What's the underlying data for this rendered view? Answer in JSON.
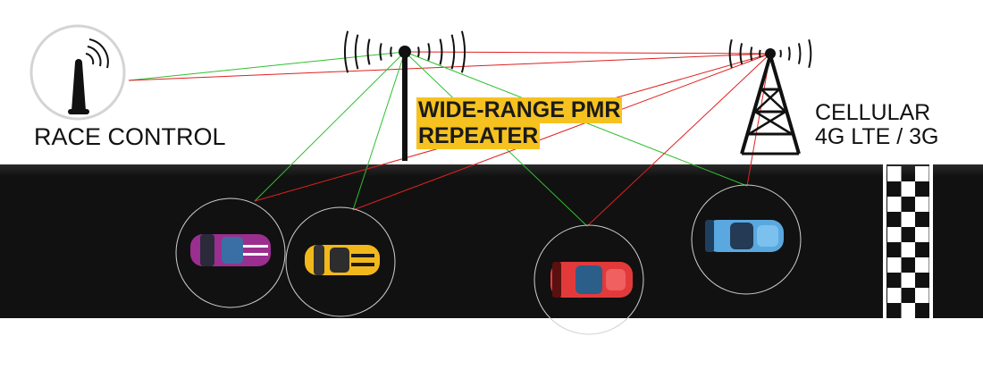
{
  "labels": {
    "race_control": "RACE CONTROL",
    "repeater_line1": "WIDE-RANGE PMR",
    "repeater_line2": "REPEATER",
    "cellular_line1": "CELLULAR",
    "cellular_line2": "4G LTE / 3G"
  },
  "colors": {
    "track": "#111111",
    "pmr_link": "#2fbf2f",
    "cellular_link": "#e02020",
    "repeater_highlight": "#f6c21f",
    "car_purple": "#9b2f8f",
    "car_yellow": "#f2b81b",
    "car_red": "#e23a3a",
    "car_blue": "#5aa8e0"
  }
}
